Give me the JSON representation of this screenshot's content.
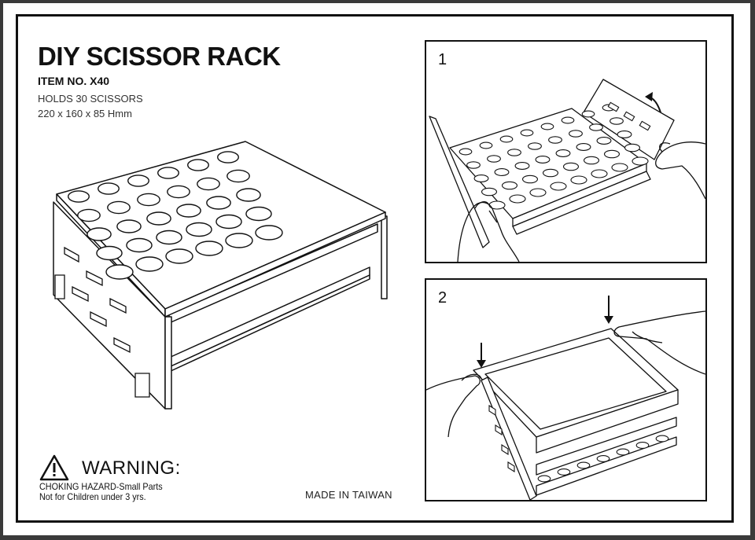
{
  "product": {
    "title": "DIY SCISSOR RACK",
    "item_no": "ITEM NO. X40",
    "capacity": "HOLDS 30 SCISSORS",
    "dimensions": "220 x 160 x 85 Hmm"
  },
  "warning": {
    "title": "WARNING:",
    "line1": "CHOKING HAZARD-Small Parts",
    "line2": "Not for Children under 3 yrs."
  },
  "origin": "MADE IN TAIWAN",
  "steps": [
    {
      "number": "1"
    },
    {
      "number": "2"
    }
  ],
  "colors": {
    "background": "#3a3a3a",
    "paper": "#ffffff",
    "ink": "#111111"
  },
  "icons": [
    "warning-triangle-icon",
    "rotate-arrow-icon",
    "down-arrow-icon"
  ]
}
